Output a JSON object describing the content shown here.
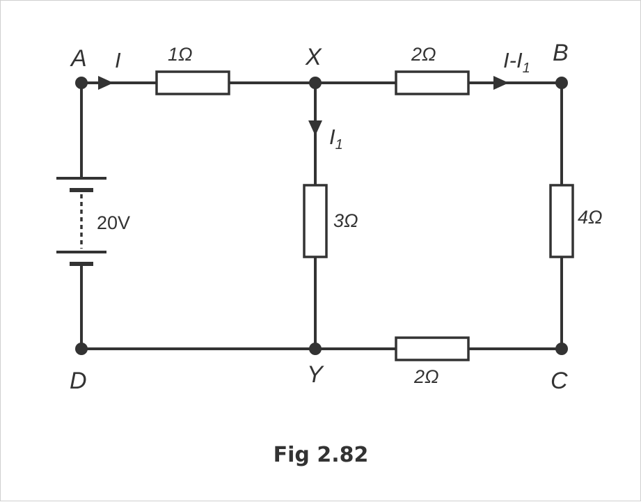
{
  "nodes": {
    "a": "A",
    "b": "B",
    "c": "C",
    "d": "D",
    "x": "X",
    "y": "Y"
  },
  "resistors": {
    "ax": "1Ω",
    "xb": "2Ω",
    "xy": "3Ω",
    "bc": "4Ω",
    "yc": "2Ω"
  },
  "currents": {
    "main": "I",
    "branch_main": "I",
    "branch_sep": "-",
    "branch_sub_base": "I",
    "branch_sub_index": "1",
    "xy_base": "I",
    "xy_index": "1"
  },
  "battery": {
    "emf": "20V"
  },
  "caption": "Fig 2.82",
  "colors": {
    "ink": "#333333",
    "background": "#ffffff",
    "frame_border": "#cfcfcf"
  }
}
